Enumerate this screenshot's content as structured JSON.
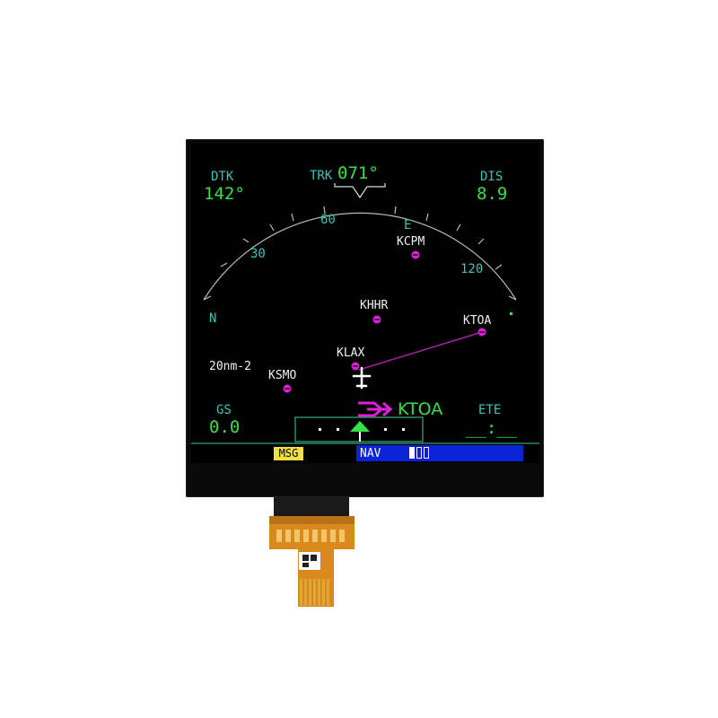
{
  "header": {
    "dtk_label": "DTK",
    "dtk_value": "142°",
    "trk_label": "TRK",
    "trk_value": "071°",
    "dis_label": "DIS",
    "dis_value": "8.9"
  },
  "compass": {
    "labels": [
      "N",
      "30",
      "60",
      "E",
      "120"
    ]
  },
  "waypoints": {
    "kcpm": "KCPM",
    "khhr": "KHHR",
    "ktoa": "KTOA",
    "klax": "KLAX",
    "ksmo": "KSMO"
  },
  "range_label": "20nm-2",
  "active_leg": {
    "symbol": "D→",
    "destination": "KTOA"
  },
  "footer": {
    "gs_label": "GS",
    "gs_value": "0.0",
    "ete_label": "ETE",
    "ete_value": "__:__"
  },
  "status": {
    "msg": "MSG",
    "nav": "NAV"
  },
  "colors": {
    "label": "#34c7b8",
    "value": "#36e04a",
    "waypoint_symbol": "#e020d8",
    "course_line": "#a020a0",
    "direct_to": "#e020d8",
    "msg_background": "#f0e040",
    "nav_background": "#0a23d8"
  }
}
